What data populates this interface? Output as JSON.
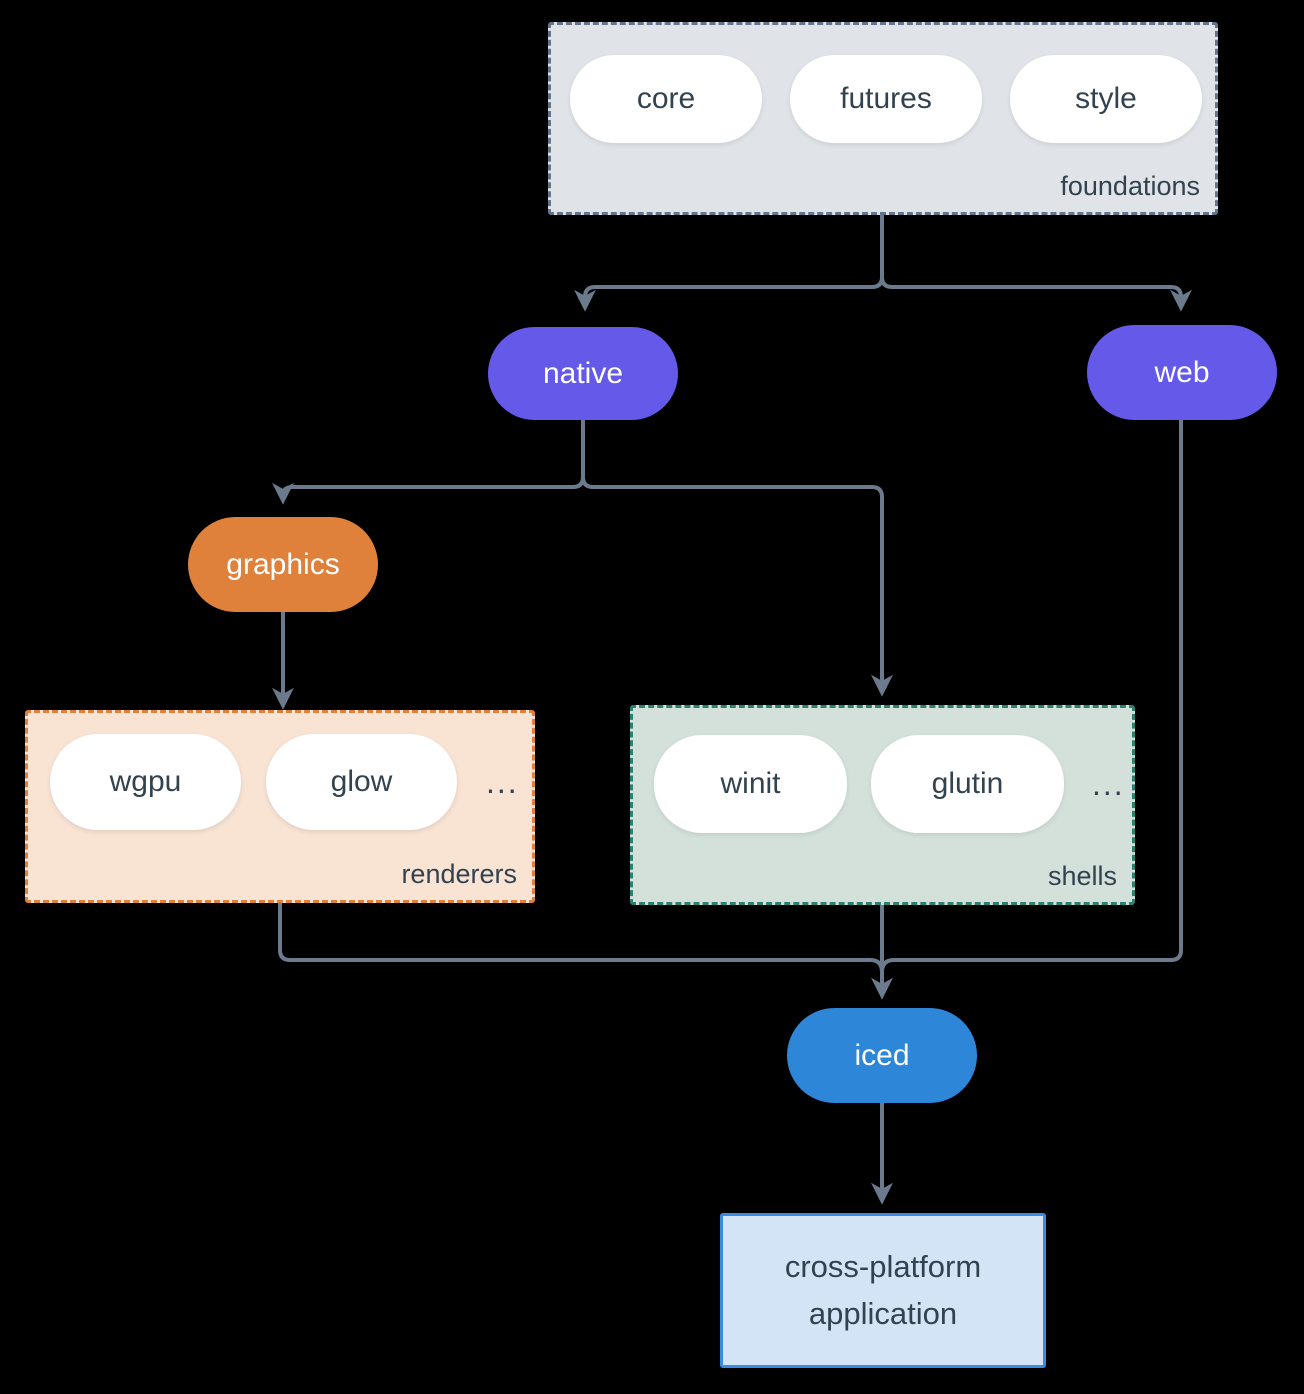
{
  "diagram": {
    "background_color": "#000000",
    "connector_color": "#6b7a8c",
    "groups": {
      "foundations": {
        "label": "foundations",
        "items": [
          "core",
          "futures",
          "style"
        ],
        "bg_color": "#e0e4e8",
        "border_color": "#64748b"
      },
      "renderers": {
        "label": "renderers",
        "items": [
          "wgpu",
          "glow"
        ],
        "ellipsis": "...",
        "bg_color": "#f9e3d3",
        "border_color": "#e0813b"
      },
      "shells": {
        "label": "shells",
        "items": [
          "winit",
          "glutin"
        ],
        "ellipsis": "...",
        "bg_color": "#d4e1db",
        "border_color": "#2b8171"
      }
    },
    "nodes": {
      "native": {
        "label": "native",
        "bg_color": "#6459e8",
        "text_color": "#ffffff"
      },
      "web": {
        "label": "web",
        "bg_color": "#6459e8",
        "text_color": "#ffffff"
      },
      "graphics": {
        "label": "graphics",
        "bg_color": "#e0813b",
        "text_color": "#ffffff"
      },
      "iced": {
        "label": "iced",
        "bg_color": "#2e86d8",
        "text_color": "#ffffff"
      },
      "application": {
        "lines": [
          "cross-platform",
          "application"
        ],
        "bg_color": "#d4e4f7",
        "border_color": "#3b8be0",
        "text_color": "#32424e"
      }
    },
    "edges": [
      {
        "from": "foundations",
        "to": "native"
      },
      {
        "from": "foundations",
        "to": "web"
      },
      {
        "from": "native",
        "to": "graphics"
      },
      {
        "from": "native",
        "to": "shells"
      },
      {
        "from": "graphics",
        "to": "renderers"
      },
      {
        "from": "renderers",
        "to": "iced"
      },
      {
        "from": "shells",
        "to": "iced"
      },
      {
        "from": "web",
        "to": "iced"
      },
      {
        "from": "iced",
        "to": "application"
      }
    ]
  }
}
